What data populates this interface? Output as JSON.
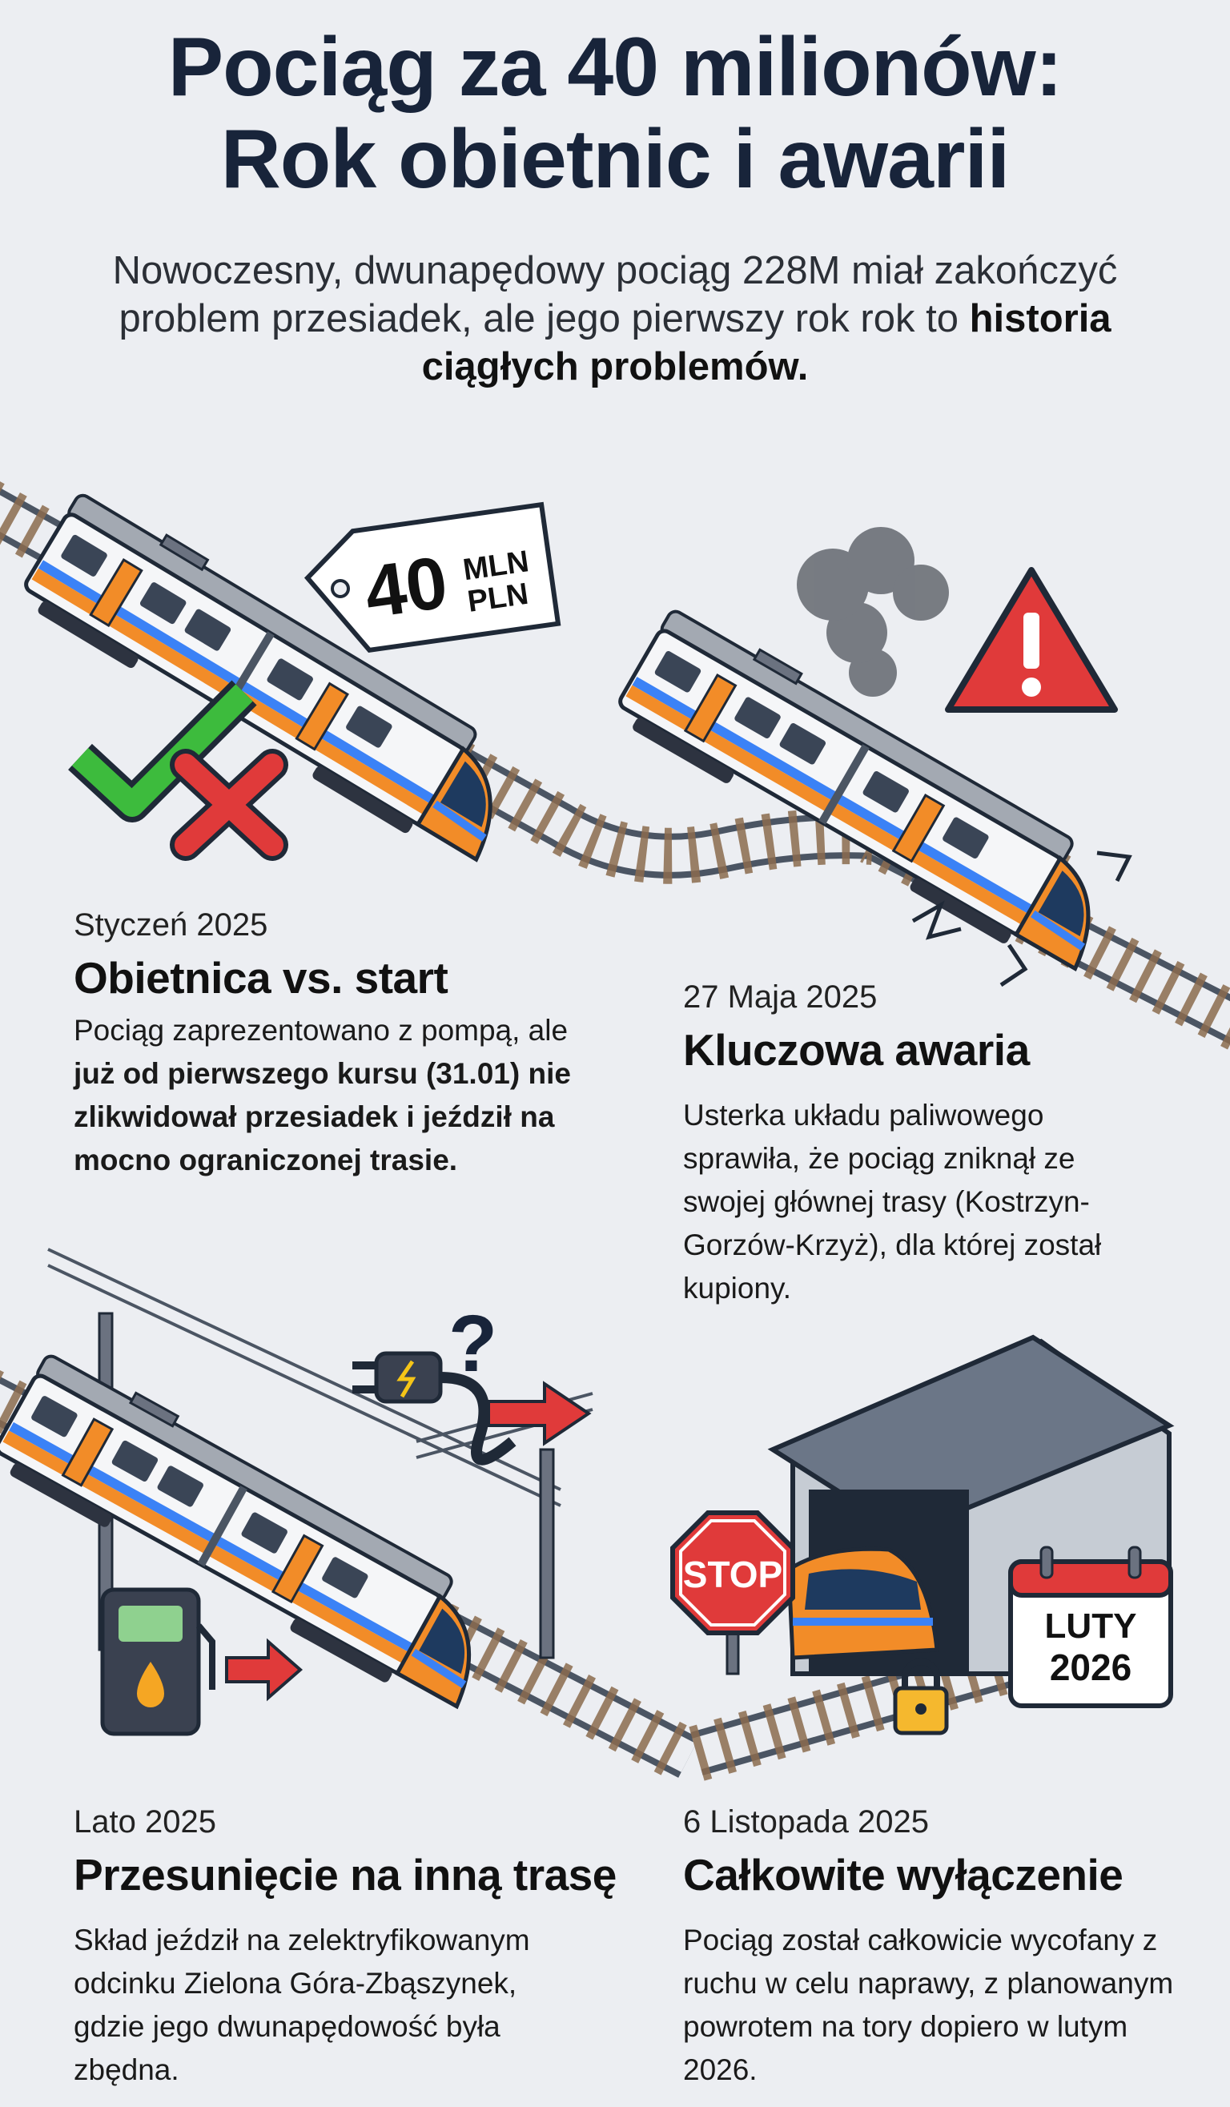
{
  "header": {
    "title_line1": "Pociąg za 40 milionów:",
    "title_line2": "Rok obietnic i awarii",
    "subtitle_before": "Nowoczesny, dwunapędowy pociąg 228M miał zakończyć problem przesiadek, ale jego pierwszy rok rok to ",
    "subtitle_bold": "historia ciągłych problemów."
  },
  "illustrations": {
    "price_tag_number": "40",
    "price_tag_unit1": "MLN",
    "price_tag_unit2": "PLN",
    "question_mark": "?",
    "stop_sign": "STOP",
    "calendar_month": "LUTY",
    "calendar_year": "2026"
  },
  "sections": [
    {
      "date": "Styczeń 2025",
      "title": "Obietnica vs. start",
      "body_plain": "Pociąg zaprezentowano z pompą, ale ",
      "body_bold": "już od pierwszego kursu (31.01) nie zlikwidował przesiadek i jeździł na mocno ograniczonej trasie."
    },
    {
      "date": "27 Maja 2025",
      "title": "Kluczowa awaria",
      "body": "Usterka układu paliwowego sprawiła, że pociąg zniknął ze swojej głównej trasy (Kostrzyn-Gorzów-Krzyż), dla której został kupiony."
    },
    {
      "date": "Lato 2025",
      "title": "Przesunięcie na inną trasę",
      "body": "Skład jeździł na zelektryfikowanym odcinku Zielona Góra-Zbąszynek, gdzie jego dwunapędowość była zbędna."
    },
    {
      "date": "6 Listopada 2025",
      "title": "Całkowite wyłączenie",
      "body": "Pociąg został całkowicie wycofany z ruchu w celu naprawy, z planowanym powrotem na tory dopiero w lutym 2026."
    }
  ],
  "colors": {
    "navy": "#18243a",
    "orange": "#f28c28",
    "blue": "#3b82f6",
    "red": "#e03a3a",
    "green": "#3dbb3d"
  }
}
